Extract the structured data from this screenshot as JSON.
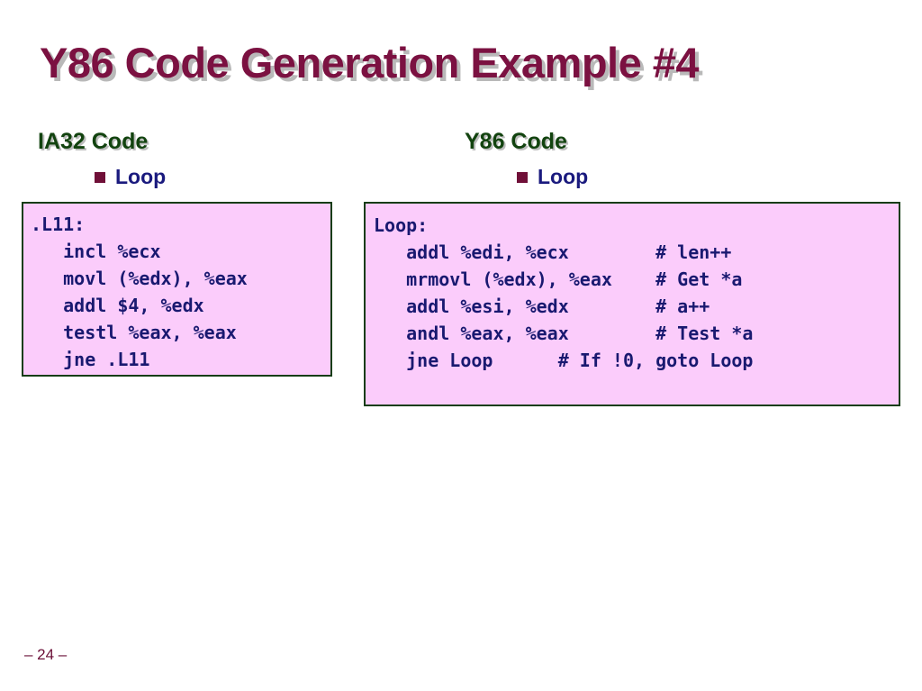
{
  "slide": {
    "title": "Y86 Code Generation Example #4",
    "title_color": "#7B1141",
    "title_shadow_color": "#b9b9b9",
    "background_color": "#ffffff",
    "footer": "– 24 –",
    "footer_color": "#6B1038"
  },
  "columns": {
    "left": {
      "heading": "IA32 Code",
      "heading_color": "#12430F",
      "bullet": {
        "label": "Loop",
        "label_color": "#1A1A7E",
        "marker_color": "#701038",
        "marker_icon": "square-bullet-icon"
      },
      "code": {
        "background_color": "#FBCCFB",
        "border_color": "#143D14",
        "text_color": "#191970",
        "lines": [
          ".L11:",
          "   incl %ecx",
          "   movl (%edx), %eax",
          "   addl $4, %edx",
          "   testl %eax, %eax",
          "   jne .L11"
        ]
      }
    },
    "right": {
      "heading": "Y86 Code",
      "heading_color": "#12430F",
      "bullet": {
        "label": "Loop",
        "label_color": "#1A1A7E",
        "marker_color": "#701038",
        "marker_icon": "square-bullet-icon"
      },
      "code": {
        "background_color": "#FBCCFB",
        "border_color": "#143D14",
        "text_color": "#191970",
        "lines": [
          "Loop:",
          "   addl %edi, %ecx        # len++",
          "   mrmovl (%edx), %eax    # Get *a",
          "   addl %esi, %edx        # a++",
          "   andl %eax, %eax        # Test *a",
          "   jne Loop      # If !0, goto Loop"
        ]
      }
    }
  }
}
